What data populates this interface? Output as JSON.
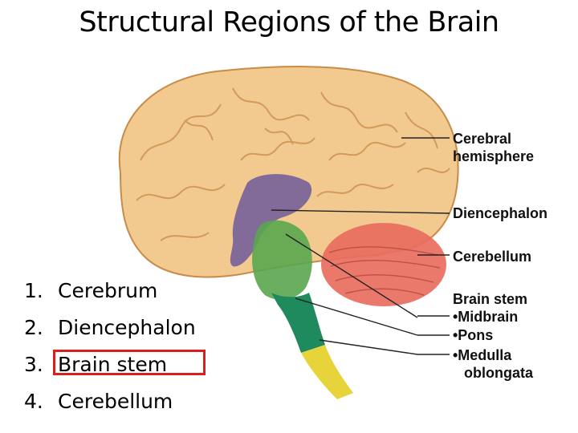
{
  "title": "Structural Regions of the Brain",
  "labels": {
    "cerebral_hemisphere": [
      "Cerebral",
      "hemisphere"
    ],
    "diencephalon": "Diencephalon",
    "cerebellum": "Cerebellum",
    "brain_stem": "Brain stem",
    "midbrain": "•Midbrain",
    "pons": "•Pons",
    "medulla": [
      "•Medulla",
      "oblongata"
    ]
  },
  "list": [
    {
      "num": "1.",
      "text": "Cerebrum"
    },
    {
      "num": "2.",
      "text": "Diencephalon"
    },
    {
      "num": "3.",
      "text": "Brain stem",
      "highlighted": true
    },
    {
      "num": "4.",
      "text": "Cerebellum"
    }
  ],
  "colors": {
    "cerebrum": "#f2c98f",
    "gyri_lines": "#c98b4a",
    "diencephalon": "#6e5a9a",
    "midbrain_pons": "#5aa64f",
    "medulla": "#1f8a5e",
    "spinal_cord": "#e6d43a",
    "cerebellum": "#e86d5e",
    "highlight": "#d91e1e"
  }
}
